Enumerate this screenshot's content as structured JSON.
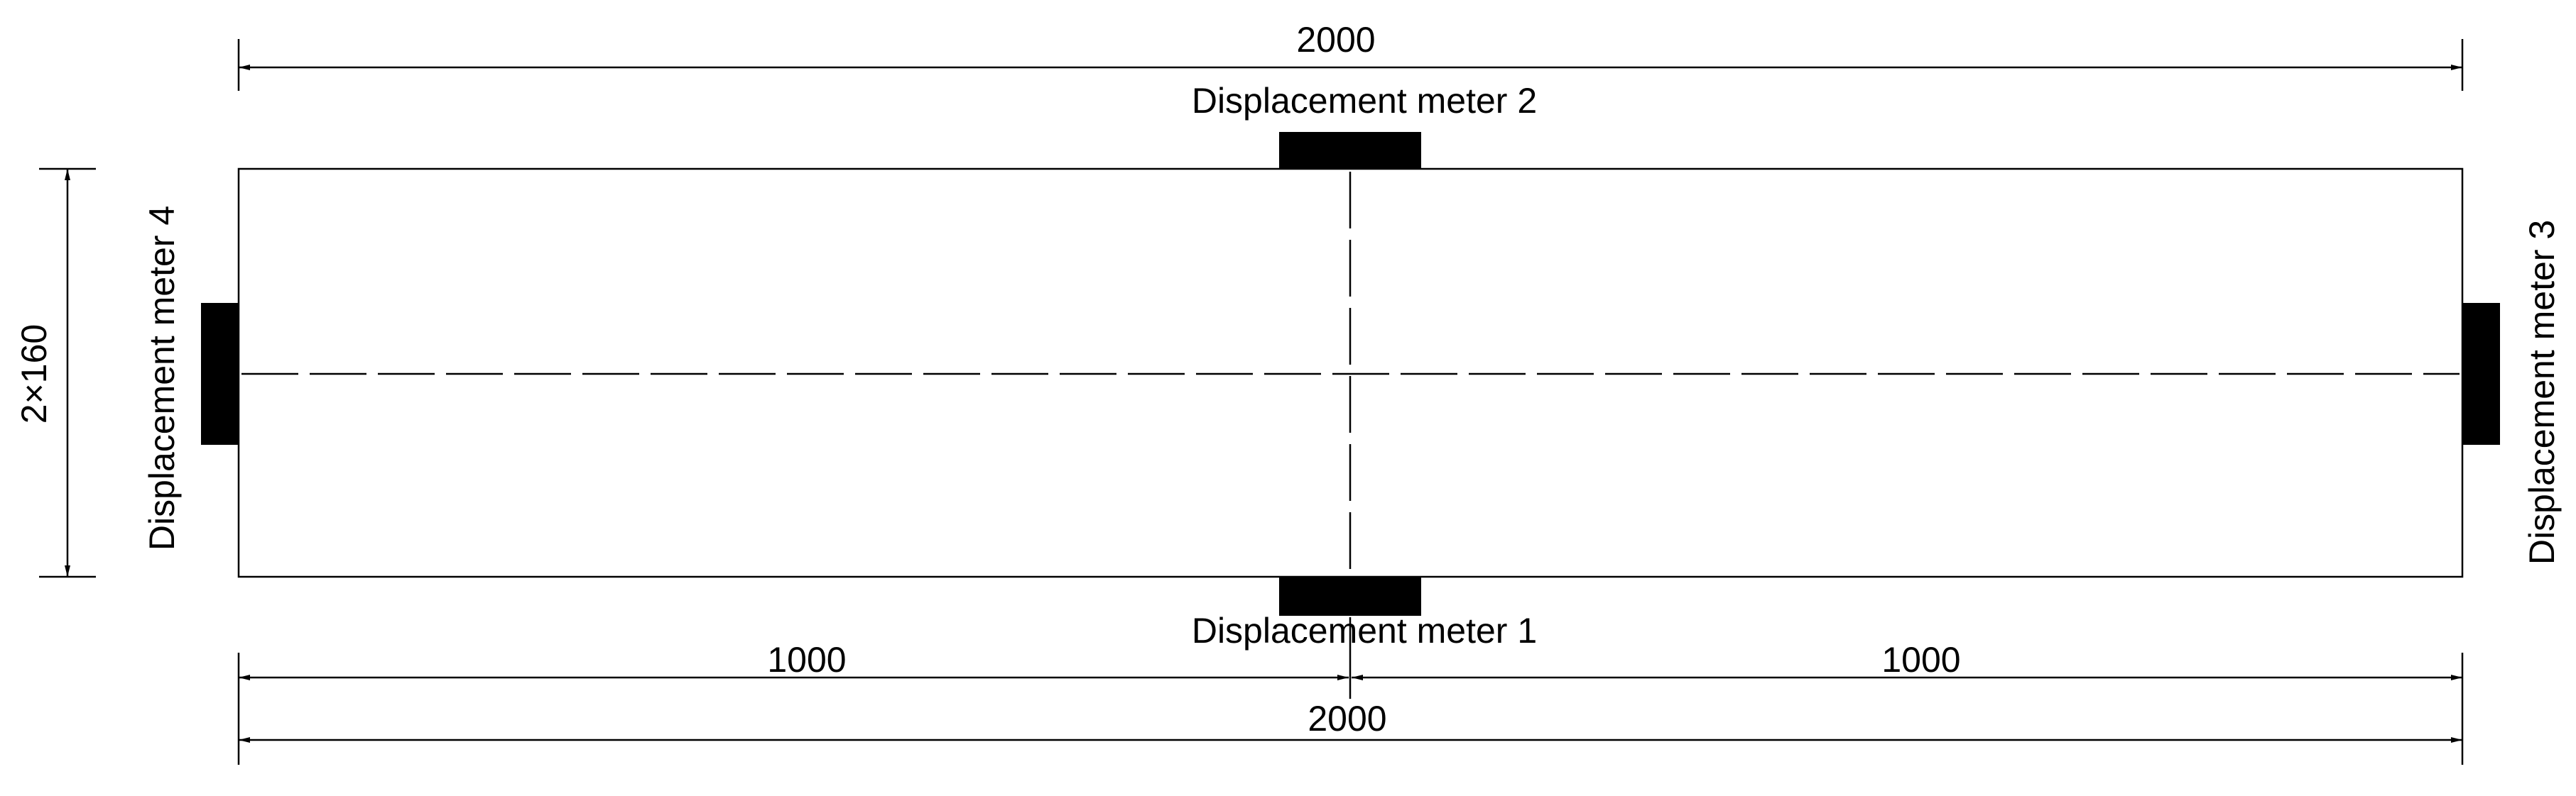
{
  "dimensions": {
    "top_total": "2000",
    "bottom_left": "1000",
    "bottom_right": "1000",
    "bottom_total": "2000",
    "height": "2×160"
  },
  "meters": [
    {
      "id": "meter-1",
      "label": "Displacement meter 1"
    },
    {
      "id": "meter-2",
      "label": "Displacement meter 2"
    },
    {
      "id": "meter-3",
      "label": "Displacement meter 3"
    },
    {
      "id": "meter-4",
      "label": "Displacement meter 4"
    }
  ],
  "colors": {
    "ink": "#000000",
    "background": "#ffffff"
  }
}
